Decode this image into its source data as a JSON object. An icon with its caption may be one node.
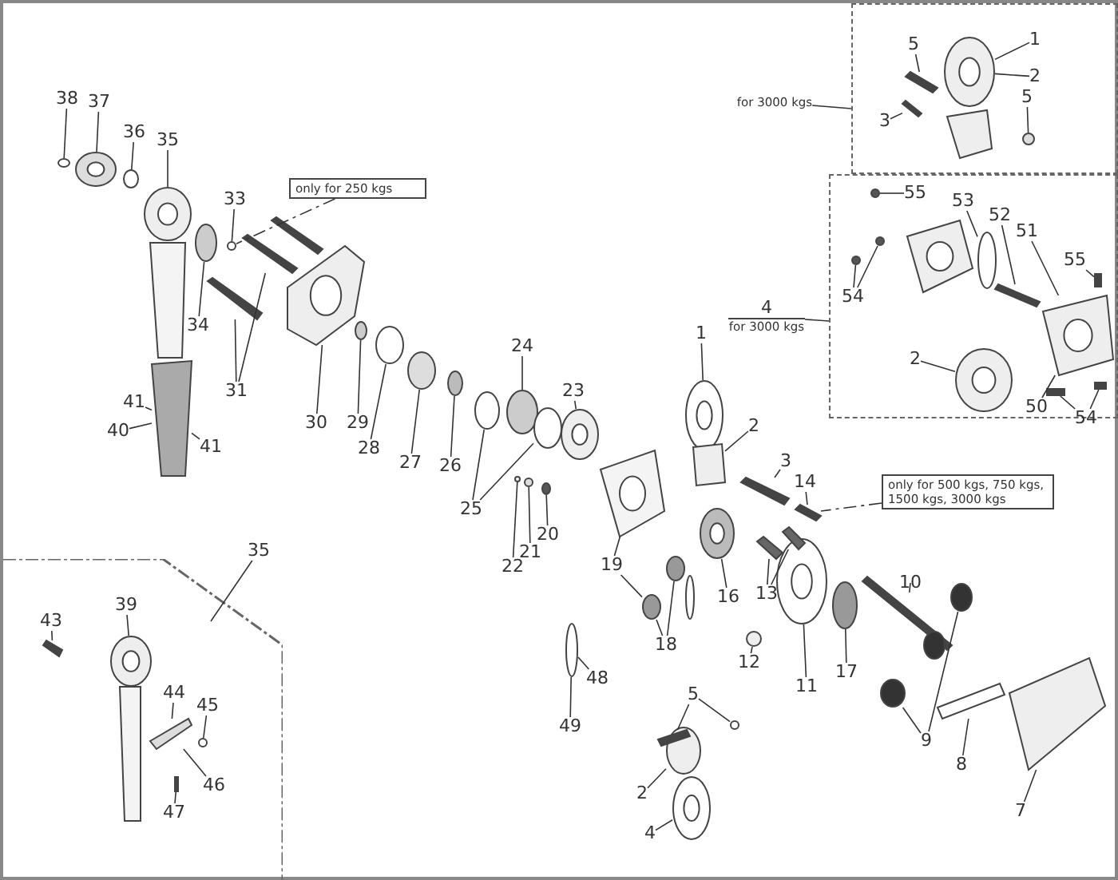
{
  "diagram": {
    "nodes": [
      {
        "text": [],
        "shape": "box"
      },
      {
        "text": [
          "5"
        ],
        "in": 0
      },
      {
        "text": [
          "1"
        ],
        "in": 0
      },
      {
        "text": [
          "2"
        ],
        "in": 0
      },
      {
        "text": [
          "3"
        ],
        "in": 0
      },
      {
        "text": [
          "5"
        ],
        "in": 0
      },
      {
        "text": [
          "for 3000 kgs"
        ]
      },
      {
        "text": [],
        "shape": "box"
      },
      {
        "text": [
          "55"
        ],
        "in": 7
      },
      {
        "text": [
          "53"
        ],
        "in": 7
      },
      {
        "text": [
          "52"
        ],
        "in": 7
      },
      {
        "text": [
          "51"
        ],
        "in": 7
      },
      {
        "text": [
          "55"
        ],
        "in": 7
      },
      {
        "text": [
          "54"
        ],
        "in": 7
      },
      {
        "text": [
          "4",
          "for 3000 kgs"
        ]
      },
      {
        "text": [
          "2"
        ],
        "in": 7
      },
      {
        "text": [
          "50"
        ],
        "in": 7
      },
      {
        "text": [
          "54"
        ],
        "in": 7
      },
      {
        "text": [
          "38"
        ]
      },
      {
        "text": [
          "37"
        ]
      },
      {
        "text": [
          "36"
        ]
      },
      {
        "text": [
          "35"
        ]
      },
      {
        "text": [
          "33"
        ]
      },
      {
        "text": [
          "only for 250 kgs"
        ]
      },
      {
        "text": [
          "34"
        ]
      },
      {
        "text": [
          "31"
        ]
      },
      {
        "text": [
          "30"
        ]
      },
      {
        "text": [
          "29"
        ]
      },
      {
        "text": [
          "28"
        ]
      },
      {
        "text": [
          "27"
        ]
      },
      {
        "text": [
          "26"
        ]
      },
      {
        "text": [
          "25"
        ]
      },
      {
        "text": [
          "24"
        ]
      },
      {
        "text": [
          "23"
        ]
      },
      {
        "text": [
          "1"
        ]
      },
      {
        "text": [
          "2"
        ]
      },
      {
        "text": [
          "3"
        ]
      },
      {
        "text": [
          "14"
        ]
      },
      {
        "text": [
          "only for 500 kgs, 750 kgs, 1500 kgs, 3000 kgs"
        ]
      },
      {
        "text": [
          "20"
        ]
      },
      {
        "text": [
          "21"
        ]
      },
      {
        "text": [
          "22"
        ]
      },
      {
        "text": [
          "19"
        ]
      },
      {
        "text": [
          "16"
        ]
      },
      {
        "text": [
          "13"
        ]
      },
      {
        "text": [
          "18"
        ]
      },
      {
        "text": [
          "12"
        ]
      },
      {
        "text": [
          "10"
        ]
      },
      {
        "text": [
          "17"
        ]
      },
      {
        "text": [
          "48"
        ]
      },
      {
        "text": [
          "11"
        ]
      },
      {
        "text": [
          "9"
        ]
      },
      {
        "text": [
          "5"
        ]
      },
      {
        "text": [
          "49"
        ]
      },
      {
        "text": [
          "8"
        ]
      },
      {
        "text": [
          "2"
        ]
      },
      {
        "text": [
          "7"
        ]
      },
      {
        "text": [
          "4"
        ]
      },
      {
        "text": [],
        "shape": "box"
      },
      {
        "text": [
          "35"
        ]
      },
      {
        "text": [
          "39"
        ],
        "in": 58
      },
      {
        "text": [
          "43"
        ],
        "in": 58
      },
      {
        "text": [
          "44"
        ],
        "in": 58
      },
      {
        "text": [
          "45"
        ],
        "in": 58
      },
      {
        "text": [
          "46"
        ],
        "in": 58
      },
      {
        "text": [
          "47"
        ],
        "in": 58
      },
      {
        "text": [
          "41"
        ]
      },
      {
        "text": [
          "40"
        ]
      },
      {
        "text": [
          "41"
        ]
      },
      {
        "text": [],
        "shape": "circle"
      },
      {
        "text": [],
        "shape": "circle"
      },
      {
        "text": [],
        "shape": "circle"
      },
      {
        "text": [],
        "shape": "circle"
      },
      {
        "text": [],
        "shape": "circle"
      },
      {
        "text": [],
        "shape": "circle"
      },
      {
        "text": [],
        "shape": "circle",
        "in": 58
      },
      {
        "text": [],
        "shape": "box"
      },
      {
        "text": [],
        "shape": "circle"
      },
      {
        "text": [],
        "shape": "circle"
      },
      {
        "text": [],
        "shape": "bar"
      },
      {
        "text": [],
        "shape": "bar"
      },
      {
        "text": [],
        "shape": "circle"
      },
      {
        "text": [],
        "shape": "box"
      },
      {
        "text": [],
        "shape": "bar"
      },
      {
        "text": [],
        "shape": "bar"
      },
      {
        "text": [],
        "shape": "bar"
      },
      {
        "text": [],
        "shape": "box"
      },
      {
        "text": [],
        "shape": "circle"
      },
      {
        "text": [],
        "shape": "circle"
      },
      {
        "text": [],
        "shape": "circle"
      },
      {
        "text": [],
        "shape": "circle"
      },
      {
        "text": [],
        "shape": "circle"
      },
      {
        "text": [],
        "shape": "circle"
      },
      {
        "text": [],
        "shape": "circle"
      },
      {
        "text": [],
        "shape": "circle"
      },
      {
        "text": [],
        "shape": "circle"
      },
      {
        "text": [],
        "shape": "circle"
      },
      {
        "text": [],
        "shape": "circle"
      },
      {
        "text": [],
        "shape": "box"
      },
      {
        "text": [],
        "shape": "circle"
      },
      {
        "text": [],
        "shape": "box"
      },
      {
        "text": [],
        "shape": "bar"
      },
      {
        "text": [],
        "shape": "bar"
      },
      {
        "text": [],
        "shape": "circle"
      },
      {
        "text": [],
        "shape": "circle"
      },
      {
        "text": [],
        "shape": "circle"
      },
      {
        "text": [],
        "shape": "circle"
      },
      {
        "text": [],
        "shape": "bar"
      },
      {
        "text": [],
        "shape": "circle"
      },
      {
        "text": [],
        "shape": "circle"
      },
      {
        "text": [],
        "shape": "circle"
      },
      {
        "text": [],
        "shape": "box"
      },
      {
        "text": [],
        "shape": "box"
      },
      {
        "text": [],
        "shape": "circle"
      },
      {
        "text": [],
        "shape": "circle"
      },
      {
        "text": [],
        "shape": "circle"
      },
      {
        "text": [],
        "shape": "bar"
      },
      {
        "text": [],
        "shape": "circle"
      },
      {
        "text": [],
        "shape": "box",
        "in": 58
      },
      {
        "text": [],
        "shape": "bar",
        "in": 58
      },
      {
        "text": [],
        "shape": "box",
        "in": 58
      },
      {
        "text": [],
        "shape": "circle",
        "in": 58
      },
      {
        "text": [],
        "shape": "bar",
        "in": 58
      },
      {
        "text": [],
        "shape": "circle",
        "in": 0
      },
      {
        "text": [],
        "shape": "box",
        "in": 0
      },
      {
        "text": [],
        "shape": "bar",
        "in": 0
      },
      {
        "text": [],
        "shape": "circle",
        "in": 0
      },
      {
        "text": [],
        "shape": "circle",
        "in": 7
      },
      {
        "text": [],
        "shape": "box",
        "in": 7
      },
      {
        "text": [],
        "shape": "circle",
        "in": 7
      },
      {
        "text": [],
        "shape": "bar",
        "in": 7
      },
      {
        "text": [],
        "shape": "box",
        "in": 7
      },
      {
        "text": [],
        "shape": "circle",
        "in": 7
      },
      {
        "text": [],
        "shape": "circle",
        "in": 7
      },
      {
        "text": [],
        "shape": "circle",
        "in": 7
      },
      {
        "text": [],
        "shape": "bar",
        "in": 7
      },
      {
        "text": [],
        "shape": "bar",
        "in": 7
      },
      {
        "text": [],
        "shape": "bar",
        "in": 7
      },
      {
        "text": [],
        "shape": "bar",
        "in": 0
      }
    ],
    "edges": [
      {
        "from": 1,
        "to": 125,
        "arrow": "none"
      },
      {
        "from": 2,
        "to": 123,
        "arrow": "none"
      },
      {
        "from": 3,
        "to": 123,
        "arrow": "none"
      },
      {
        "from": 4,
        "to": 138,
        "arrow": "none"
      },
      {
        "from": 5,
        "to": 126,
        "arrow": "none"
      },
      {
        "from": 6,
        "to": 0,
        "arrow": "none"
      },
      {
        "from": 8,
        "to": 127,
        "arrow": "none"
      },
      {
        "from": 9,
        "to": 129,
        "arrow": "none"
      },
      {
        "from": 10,
        "to": 130,
        "arrow": "none"
      },
      {
        "from": 11,
        "to": 131,
        "arrow": "none"
      },
      {
        "from": 12,
        "to": 137,
        "arrow": "none"
      },
      {
        "from": 13,
        "to": 133,
        "arrow": "none"
      },
      {
        "from": 14,
        "to": 7,
        "arrow": "none"
      },
      {
        "from": 15,
        "to": 132,
        "arrow": "none"
      },
      {
        "from": 16,
        "to": 131,
        "arrow": "none"
      },
      {
        "from": 17,
        "to": 135,
        "arrow": "none"
      },
      {
        "from": 18,
        "to": 77,
        "arrow": "none"
      },
      {
        "from": 19,
        "to": 69,
        "arrow": "none"
      },
      {
        "from": 20,
        "to": 70,
        "arrow": "none"
      },
      {
        "from": 21,
        "to": 81,
        "arrow": "none"
      },
      {
        "from": 22,
        "to": 78,
        "arrow": "none"
      },
      {
        "from": 23,
        "to": 78,
        "arrow": "none",
        "style": "dashed"
      },
      {
        "from": 24,
        "to": 71,
        "arrow": "none"
      },
      {
        "from": 25,
        "to": 83,
        "arrow": "none"
      },
      {
        "from": 26,
        "to": 86,
        "arrow": "none"
      },
      {
        "from": 27,
        "to": 87,
        "arrow": "none"
      },
      {
        "from": 28,
        "to": 88,
        "arrow": "none"
      },
      {
        "from": 29,
        "to": 89,
        "arrow": "none"
      },
      {
        "from": 30,
        "to": 90,
        "arrow": "none"
      },
      {
        "from": 31,
        "to": 91,
        "arrow": "none"
      },
      {
        "from": 32,
        "to": 92,
        "arrow": "none"
      },
      {
        "from": 33,
        "to": 94,
        "arrow": "none"
      },
      {
        "from": 34,
        "to": 99,
        "arrow": "none"
      },
      {
        "from": 35,
        "to": 100,
        "arrow": "none"
      },
      {
        "from": 36,
        "to": 101,
        "arrow": "none"
      },
      {
        "from": 37,
        "to": 102,
        "arrow": "none"
      },
      {
        "from": 38,
        "to": 102,
        "arrow": "none",
        "style": "dashed"
      },
      {
        "from": 39,
        "to": 97,
        "arrow": "none"
      },
      {
        "from": 40,
        "to": 96,
        "arrow": "none"
      },
      {
        "from": 41,
        "to": 95,
        "arrow": "none"
      },
      {
        "from": 42,
        "to": 98,
        "arrow": "none"
      },
      {
        "from": 43,
        "to": 103,
        "arrow": "none"
      },
      {
        "from": 44,
        "to": 79,
        "arrow": "none"
      },
      {
        "from": 45,
        "to": 72,
        "arrow": "none"
      },
      {
        "from": 46,
        "to": 105,
        "arrow": "none"
      },
      {
        "from": 47,
        "to": 107,
        "arrow": "none"
      },
      {
        "from": 48,
        "to": 106,
        "arrow": "none"
      },
      {
        "from": 49,
        "to": 113,
        "arrow": "none"
      },
      {
        "from": 50,
        "to": 74,
        "arrow": "none"
      },
      {
        "from": 51,
        "to": 110,
        "arrow": "none"
      },
      {
        "from": 52,
        "to": 116,
        "arrow": "none"
      },
      {
        "from": 53,
        "to": 113,
        "arrow": "none"
      },
      {
        "from": 54,
        "to": 111,
        "arrow": "none"
      },
      {
        "from": 55,
        "to": 114,
        "arrow": "none"
      },
      {
        "from": 56,
        "to": 112,
        "arrow": "none"
      },
      {
        "from": 57,
        "to": 115,
        "arrow": "none"
      },
      {
        "from": 59,
        "to": 58,
        "arrow": "none"
      },
      {
        "from": 60,
        "to": 75,
        "arrow": "none"
      },
      {
        "from": 61,
        "to": 119,
        "arrow": "none"
      },
      {
        "from": 62,
        "to": 120,
        "arrow": "none"
      },
      {
        "from": 63,
        "to": 121,
        "arrow": "none"
      },
      {
        "from": 64,
        "to": 120,
        "arrow": "none"
      },
      {
        "from": 65,
        "to": 122,
        "arrow": "none"
      },
      {
        "from": 66,
        "to": 76,
        "arrow": "none"
      },
      {
        "from": 67,
        "to": 76,
        "arrow": "none"
      },
      {
        "from": 68,
        "to": 76,
        "arrow": "none"
      },
      {
        "from": 45,
        "to": 73,
        "arrow": "none"
      },
      {
        "from": 44,
        "to": 80,
        "arrow": "none"
      },
      {
        "from": 13,
        "to": 134,
        "arrow": "none"
      },
      {
        "from": 17,
        "to": 136,
        "arrow": "none"
      },
      {
        "from": 25,
        "to": 84,
        "arrow": "none"
      },
      {
        "from": 31,
        "to": 93,
        "arrow": "none"
      },
      {
        "from": 42,
        "to": 72,
        "arrow": "none"
      },
      {
        "from": 51,
        "to": 108,
        "arrow": "none"
      },
      {
        "from": 52,
        "to": 117,
        "arrow": "none"
      }
    ]
  }
}
